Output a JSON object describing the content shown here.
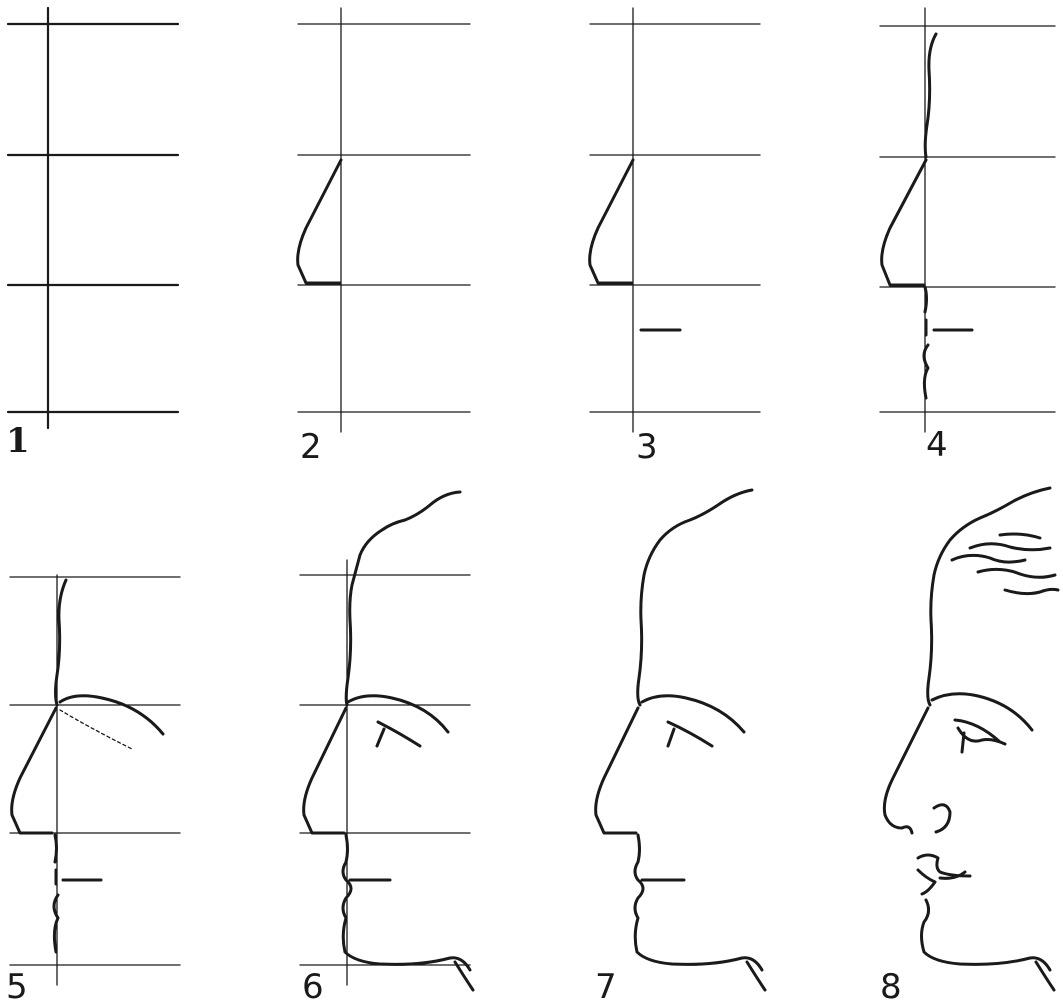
{
  "figure": {
    "panels": [
      {
        "label": "1"
      },
      {
        "label": "2"
      },
      {
        "label": "3"
      },
      {
        "label": "4"
      },
      {
        "label": "5"
      },
      {
        "label": "6"
      },
      {
        "label": "7"
      },
      {
        "label": "8"
      }
    ]
  }
}
